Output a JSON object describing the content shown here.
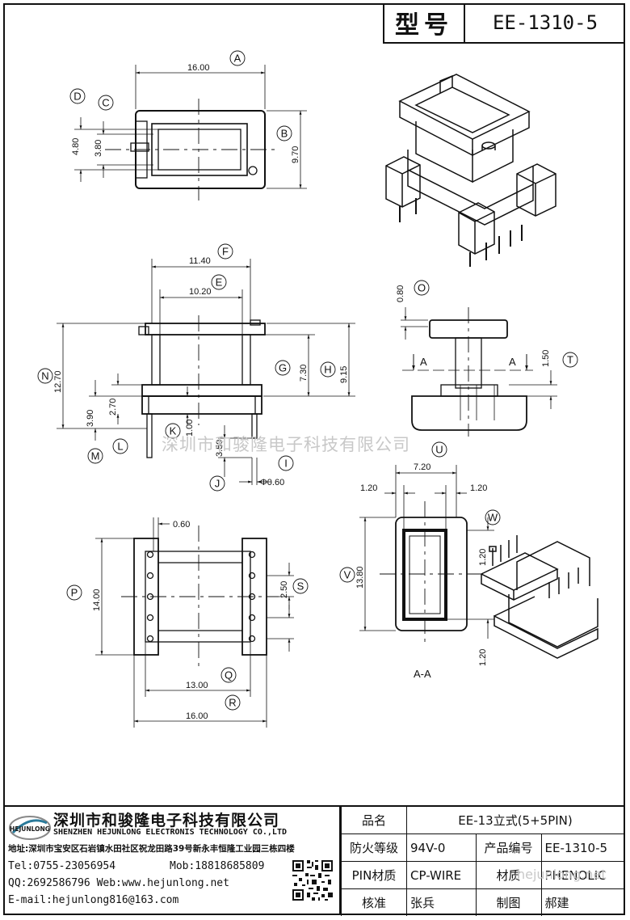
{
  "header": {
    "model_label": "型号",
    "model_value": "EE-1310-5"
  },
  "callouts": {
    "A": "A",
    "B": "B",
    "C": "C",
    "D": "D",
    "E": "E",
    "F": "F",
    "G": "G",
    "H": "H",
    "I": "I",
    "J": "J",
    "K": "K",
    "L": "L",
    "M": "M",
    "N": "N",
    "O": "O",
    "P": "P",
    "Q": "Q",
    "R": "R",
    "S": "S",
    "T": "T",
    "U": "U",
    "V": "V",
    "W": "W"
  },
  "dimensions": {
    "top_width": "16.00",
    "top_d": "4.80",
    "top_c": "3.80",
    "top_b": "9.70",
    "side_f": "11.40",
    "side_e": "10.20",
    "side_g": "7.30",
    "side_h": "9.15",
    "side_n": "12.70",
    "side_m": "3.90",
    "side_l": "2.70",
    "side_k": "1.00",
    "side_j": "3.50",
    "side_i": "Φ0.60",
    "right_o": "0.80",
    "right_t": "1.50",
    "section_label_left": "A",
    "section_label_right": "A",
    "sec_u": "7.20",
    "sec_left": "1.20",
    "sec_right": "1.20",
    "sec_v": "13.80",
    "sec_w": "1.20",
    "sec_bottom": "1.20",
    "section_name": "A-A",
    "bot_pin": "0.60",
    "bot_p": "14.00",
    "bot_s": "2.50",
    "bot_q": "13.00",
    "bot_r": "16.00"
  },
  "watermark": {
    "main": "深圳市和骏隆电子科技有限公司",
    "site": "hejunlong.net"
  },
  "company": {
    "logo_text": "HEJUNLONG",
    "name_cn": "深圳市和骏隆电子科技有限公司",
    "name_en": "SHENZHEN HEJUNLONG ELECTRONIS TECHNOLOGY CO.,LTD",
    "address": "地址:深圳市宝安区石岩镇水田社区祝龙田路39号新永丰恒隆工业园三栋四楼",
    "tel": "Tel:0755-23056954",
    "mob": "Mob:18818685809",
    "qq_web": "QQ:2692586796 Web:www.hejunlong.net",
    "email": "E-mail:hejunlong816@163.com"
  },
  "spec": {
    "name_label": "品名",
    "name_value": "EE-13立式(5+5PIN)",
    "fire_label": "防火等级",
    "fire_value": "94V-0",
    "code_label": "产品编号",
    "code_value": "EE-1310-5",
    "pin_label": "PIN材质",
    "pin_value": "CP-WIRE",
    "mat_label": "材质",
    "mat_value": "PHENOLIC",
    "check_label": "核准",
    "check_value": "张兵",
    "draw_label": "制图",
    "draw_value": "郝建"
  }
}
